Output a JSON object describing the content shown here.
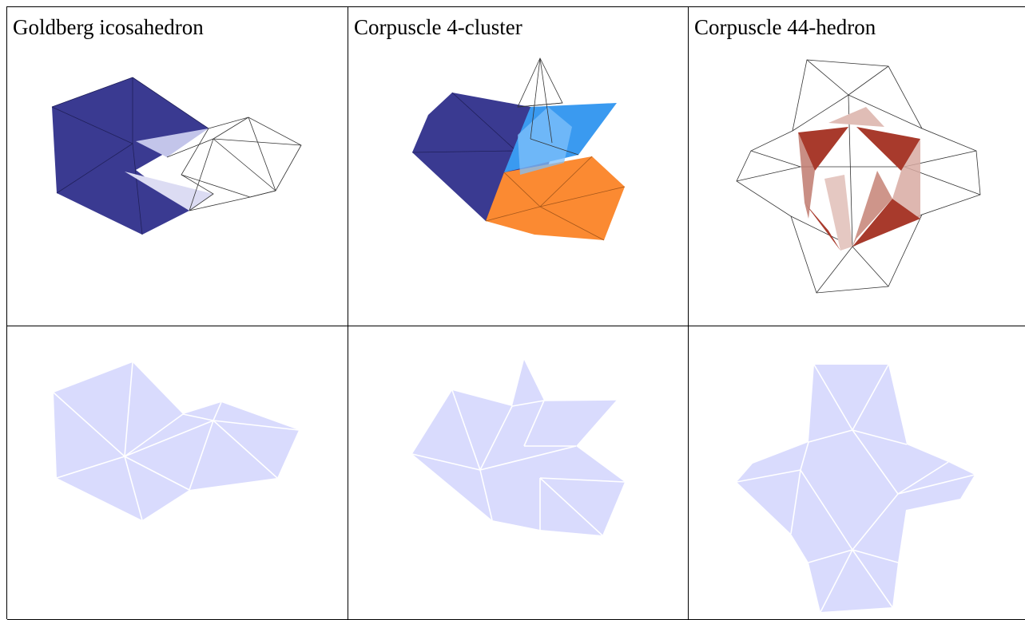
{
  "table": {
    "headers": [
      "Goldberg icosahedron",
      "Corpuscle 4-cluster",
      "Corpuscle 44-hedron"
    ]
  },
  "colors": {
    "navy": "#3a3a91",
    "blue": "#3a9af0",
    "orange": "#fb8a32",
    "brick": "#a83a2c",
    "pale": "#d9dbfd",
    "grid": "#000000"
  }
}
